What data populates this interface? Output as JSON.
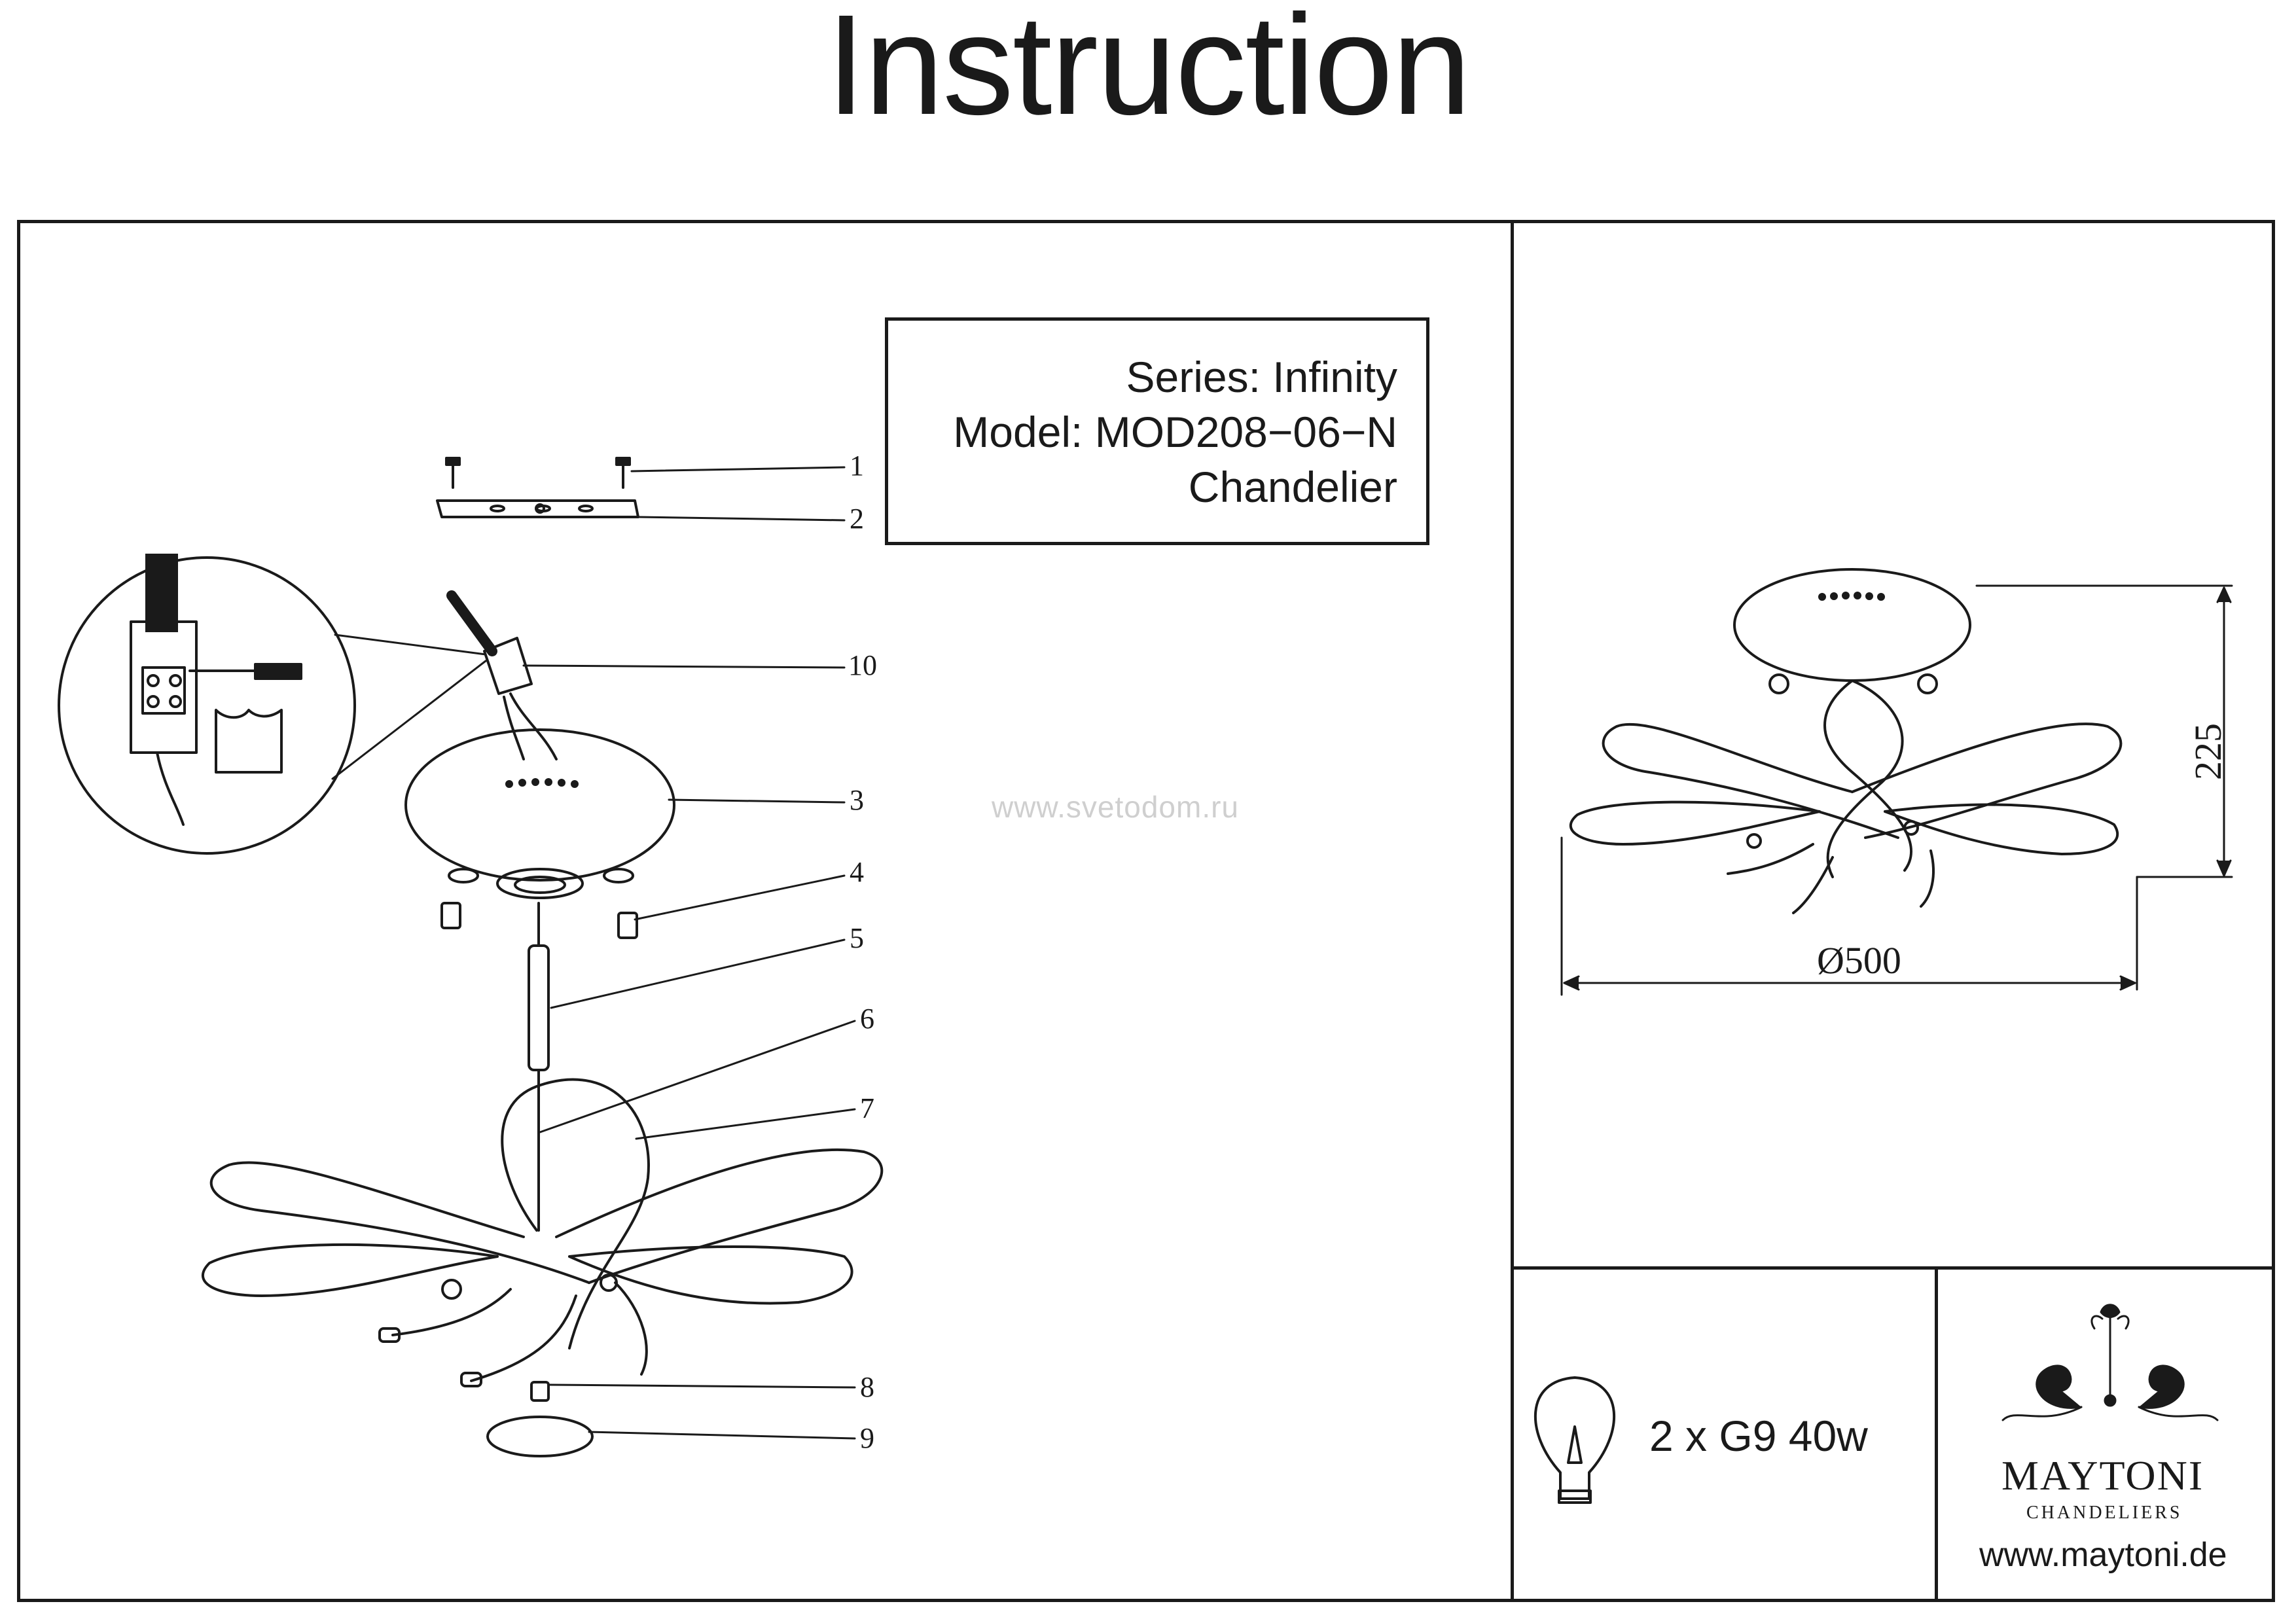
{
  "title": "Instruction",
  "info": {
    "series": "Series:  Infinity",
    "model": "Model: MOD208−06−N",
    "type": "Chandelier"
  },
  "parts": [
    "1",
    "2",
    "10",
    "3",
    "4",
    "5",
    "6",
    "7",
    "8",
    "9"
  ],
  "watermark": "www.svetodom.ru",
  "dimensions": {
    "height": "225",
    "diameter": "Ø500"
  },
  "spec": "2 x G9 40w",
  "brand": {
    "name": "MAYTONI",
    "subtitle": "CHANDELIERS",
    "url": "www.maytoni.de"
  },
  "colors": {
    "ink": "#1a1a1a",
    "watermark": "#cfcfcf"
  }
}
